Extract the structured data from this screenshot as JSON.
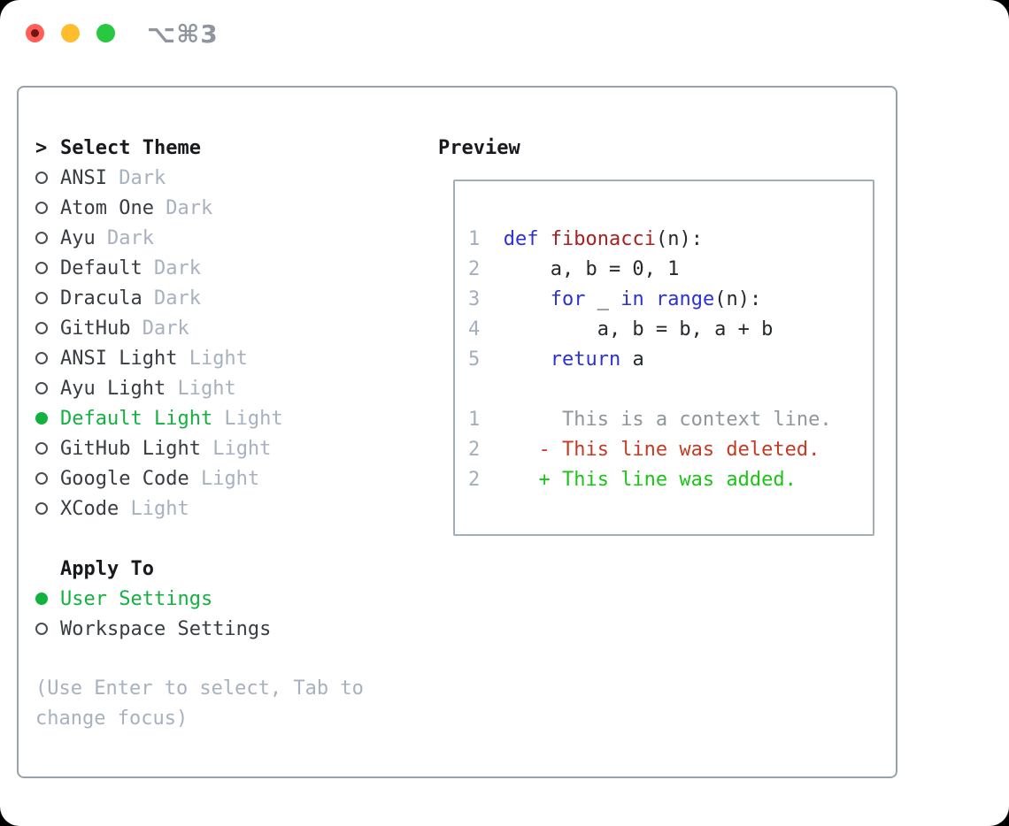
{
  "window": {
    "shortcut_label": "⌥⌘3",
    "traffic_lights": [
      {
        "name": "close-button",
        "color_key": "traffic_red",
        "has_dot": true
      },
      {
        "name": "minimize-button",
        "color_key": "traffic_yellow",
        "has_dot": false
      },
      {
        "name": "zoom-button",
        "color_key": "traffic_green",
        "has_dot": false
      }
    ]
  },
  "theme_list": {
    "prompt": ">",
    "title": "Select Theme",
    "items": [
      {
        "name": "ANSI",
        "variant": "Dark",
        "selected": false
      },
      {
        "name": "Atom One",
        "variant": "Dark",
        "selected": false
      },
      {
        "name": "Ayu",
        "variant": "Dark",
        "selected": false
      },
      {
        "name": "Default",
        "variant": "Dark",
        "selected": false
      },
      {
        "name": "Dracula",
        "variant": "Dark",
        "selected": false
      },
      {
        "name": "GitHub",
        "variant": "Dark",
        "selected": false
      },
      {
        "name": "ANSI Light",
        "variant": "Light",
        "selected": false
      },
      {
        "name": "Ayu Light",
        "variant": "Light",
        "selected": false
      },
      {
        "name": "Default Light",
        "variant": "Light",
        "selected": true
      },
      {
        "name": "GitHub Light",
        "variant": "Light",
        "selected": false
      },
      {
        "name": "Google Code",
        "variant": "Light",
        "selected": false
      },
      {
        "name": "XCode",
        "variant": "Light",
        "selected": false
      }
    ]
  },
  "apply_to": {
    "title": "Apply To",
    "options": [
      {
        "label": "User Settings",
        "selected": true
      },
      {
        "label": "Workspace Settings",
        "selected": false
      }
    ]
  },
  "hint": "(Use Enter to select, Tab to change focus)",
  "preview": {
    "title": "Preview",
    "lines": [
      {
        "kind": "code",
        "segments": [
          {
            "t": "1",
            "c": "ln"
          },
          {
            "t": "  ",
            "c": "pl"
          },
          {
            "t": "def",
            "c": "kw"
          },
          {
            "t": " ",
            "c": "pl"
          },
          {
            "t": "fibonacci",
            "c": "fn"
          },
          {
            "t": "(n):",
            "c": "pl"
          }
        ]
      },
      {
        "kind": "code",
        "segments": [
          {
            "t": "2",
            "c": "ln"
          },
          {
            "t": "      a, b = 0, 1",
            "c": "pl"
          }
        ]
      },
      {
        "kind": "code",
        "segments": [
          {
            "t": "3",
            "c": "ln"
          },
          {
            "t": "      ",
            "c": "pl"
          },
          {
            "t": "for",
            "c": "kw"
          },
          {
            "t": " _ ",
            "c": "pl"
          },
          {
            "t": "in",
            "c": "kw"
          },
          {
            "t": " ",
            "c": "pl"
          },
          {
            "t": "range",
            "c": "kw"
          },
          {
            "t": "(n):",
            "c": "pl"
          }
        ]
      },
      {
        "kind": "code",
        "segments": [
          {
            "t": "4",
            "c": "ln"
          },
          {
            "t": "          a, b = b, a + b",
            "c": "pl"
          }
        ]
      },
      {
        "kind": "code",
        "segments": [
          {
            "t": "5",
            "c": "ln"
          },
          {
            "t": "      ",
            "c": "pl"
          },
          {
            "t": "return",
            "c": "kw"
          },
          {
            "t": " a",
            "c": "pl"
          }
        ]
      },
      {
        "kind": "blank",
        "segments": []
      },
      {
        "kind": "context",
        "segments": [
          {
            "t": "1",
            "c": "ln"
          },
          {
            "t": "       This is a context line.",
            "c": "ctx"
          }
        ]
      },
      {
        "kind": "deleted",
        "segments": [
          {
            "t": "2",
            "c": "ln"
          },
          {
            "t": "     - This line was deleted.",
            "c": "del"
          }
        ]
      },
      {
        "kind": "added",
        "segments": [
          {
            "t": "2",
            "c": "ln"
          },
          {
            "t": "     + This line was added.",
            "c": "add"
          }
        ]
      }
    ]
  },
  "colors": {
    "selection_green": "#13b13f",
    "added_green": "#1ac516",
    "deleted_red": "#c43a22",
    "keyword_blue": "#2a31da",
    "function_red": "#a8201f",
    "plain_code": "#24292e",
    "context_gray": "#8f969c",
    "line_number_gray": "#a5aebb",
    "variant_gray": "#a7b1bf",
    "hint_gray": "#a7b1bf",
    "text_dark": "#383d44",
    "heading_black": "#17191c",
    "panel_border": "#99a2ab",
    "preview_border": "#a4adb8",
    "title_gray": "#8e959d",
    "traffic_red": "#ff5f57",
    "traffic_yellow": "#febc2e",
    "traffic_green": "#28c840",
    "traffic_red_dot": "#701512",
    "window_bg": "#ffffff",
    "backdrop": "#000000"
  }
}
